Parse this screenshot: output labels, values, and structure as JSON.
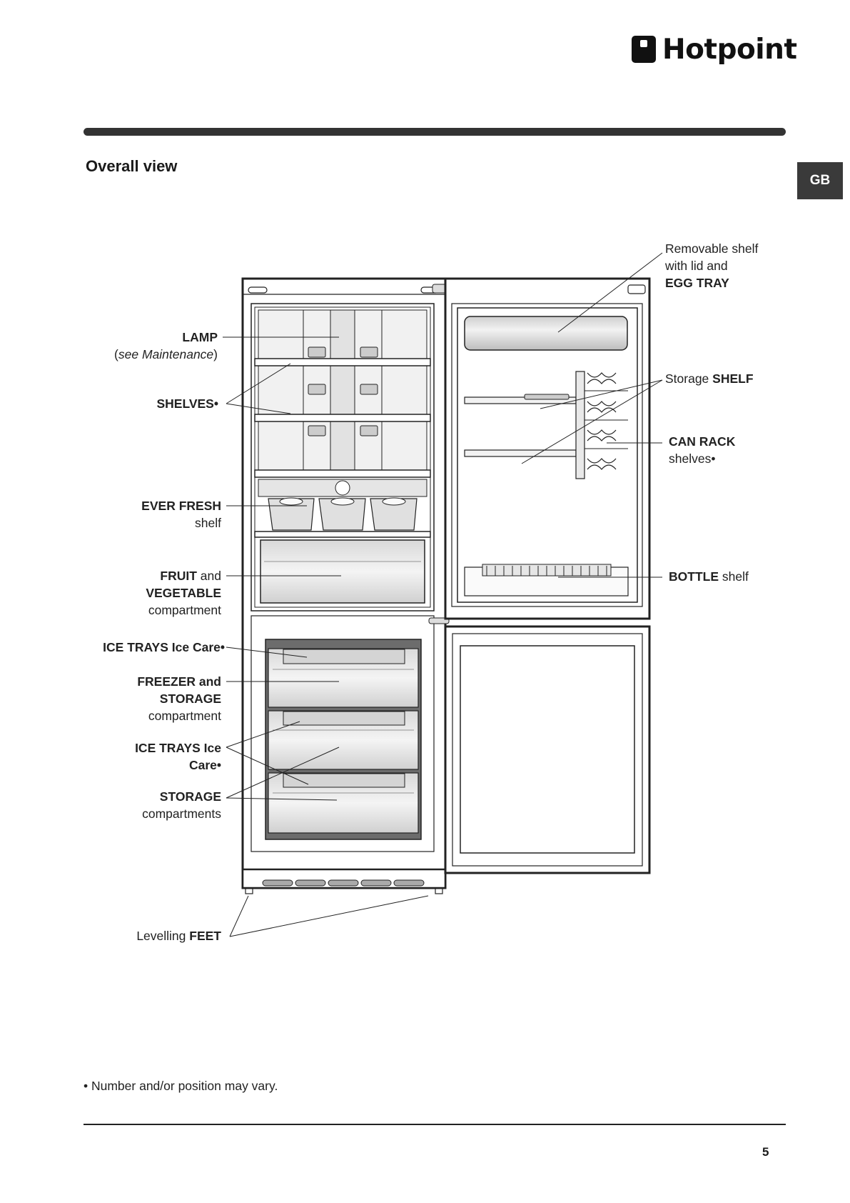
{
  "header": {
    "brand": "Hotpoint",
    "language_tab": "GB"
  },
  "page": {
    "title": "Overall view",
    "page_number": "5"
  },
  "labels": {
    "lamp": {
      "bold": "LAMP",
      "rest_prefix": "(",
      "rest_italic": "see Maintenance",
      "rest_suffix": ")"
    },
    "shelves": "SHELVES•",
    "ever_fresh": {
      "bold": "EVER FRESH",
      "rest": "shelf"
    },
    "fruit_veg": {
      "bold1": "FRUIT",
      "rest1": " and",
      "bold2": "VEGETABLE",
      "rest2": "compartment"
    },
    "ice_trays_1": "ICE TRAYS Ice Care•",
    "freezer_storage": {
      "bold1": "FREEZER and",
      "bold2": "STORAGE",
      "rest": "compartment"
    },
    "ice_trays_2": {
      "line1": "ICE TRAYS Ice",
      "line2": "Care•"
    },
    "storage": {
      "bold": "STORAGE",
      "rest": "compartments"
    },
    "levelling_feet": {
      "rest": "Levelling ",
      "bold": "FEET"
    },
    "egg_tray": {
      "line1": "Removable shelf",
      "line2": "with lid and",
      "bold": "EGG TRAY"
    },
    "storage_shelf": {
      "rest": "Storage ",
      "bold": "SHELF"
    },
    "can_rack": {
      "bold": "CAN RACK",
      "rest": "shelves•"
    },
    "bottle_shelf": {
      "bold": "BOTTLE",
      "rest": " shelf"
    }
  },
  "footnote": "• Number and/or position may vary."
}
